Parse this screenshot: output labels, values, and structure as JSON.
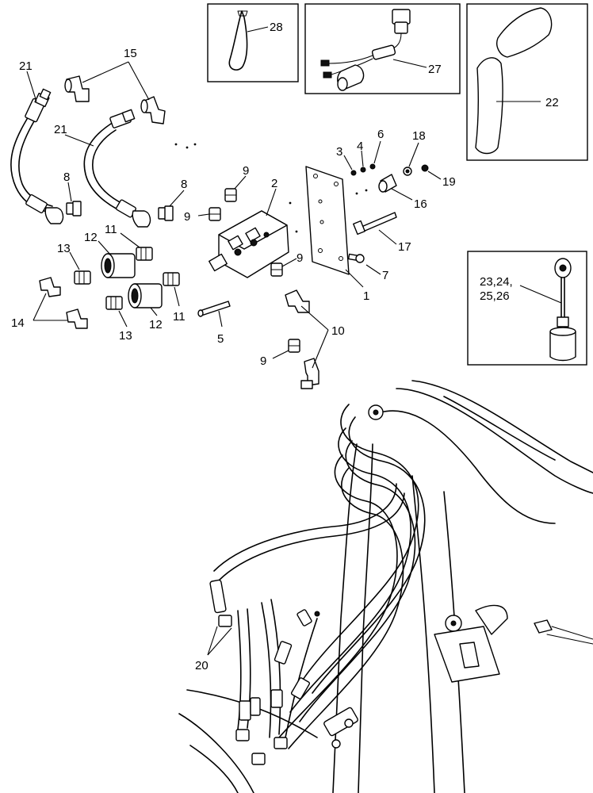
{
  "callouts": {
    "c1": "1",
    "c2": "2",
    "c3": "3",
    "c4": "4",
    "c5": "5",
    "c6": "6",
    "c7": "7",
    "c8a": "8",
    "c8b": "8",
    "c9a": "9",
    "c9b": "9",
    "c9c": "9",
    "c9d": "9",
    "c10": "10",
    "c11a": "11",
    "c11b": "11",
    "c12a": "12",
    "c12b": "12",
    "c13a": "13",
    "c13b": "13",
    "c14": "14",
    "c15": "15",
    "c16": "16",
    "c17": "17",
    "c18": "18",
    "c19": "19",
    "c20": "20",
    "c21a": "21",
    "c21b": "21",
    "c22": "22",
    "c23a": "23,24,",
    "c23b": "25,26",
    "c27": "27",
    "c28": "28"
  }
}
